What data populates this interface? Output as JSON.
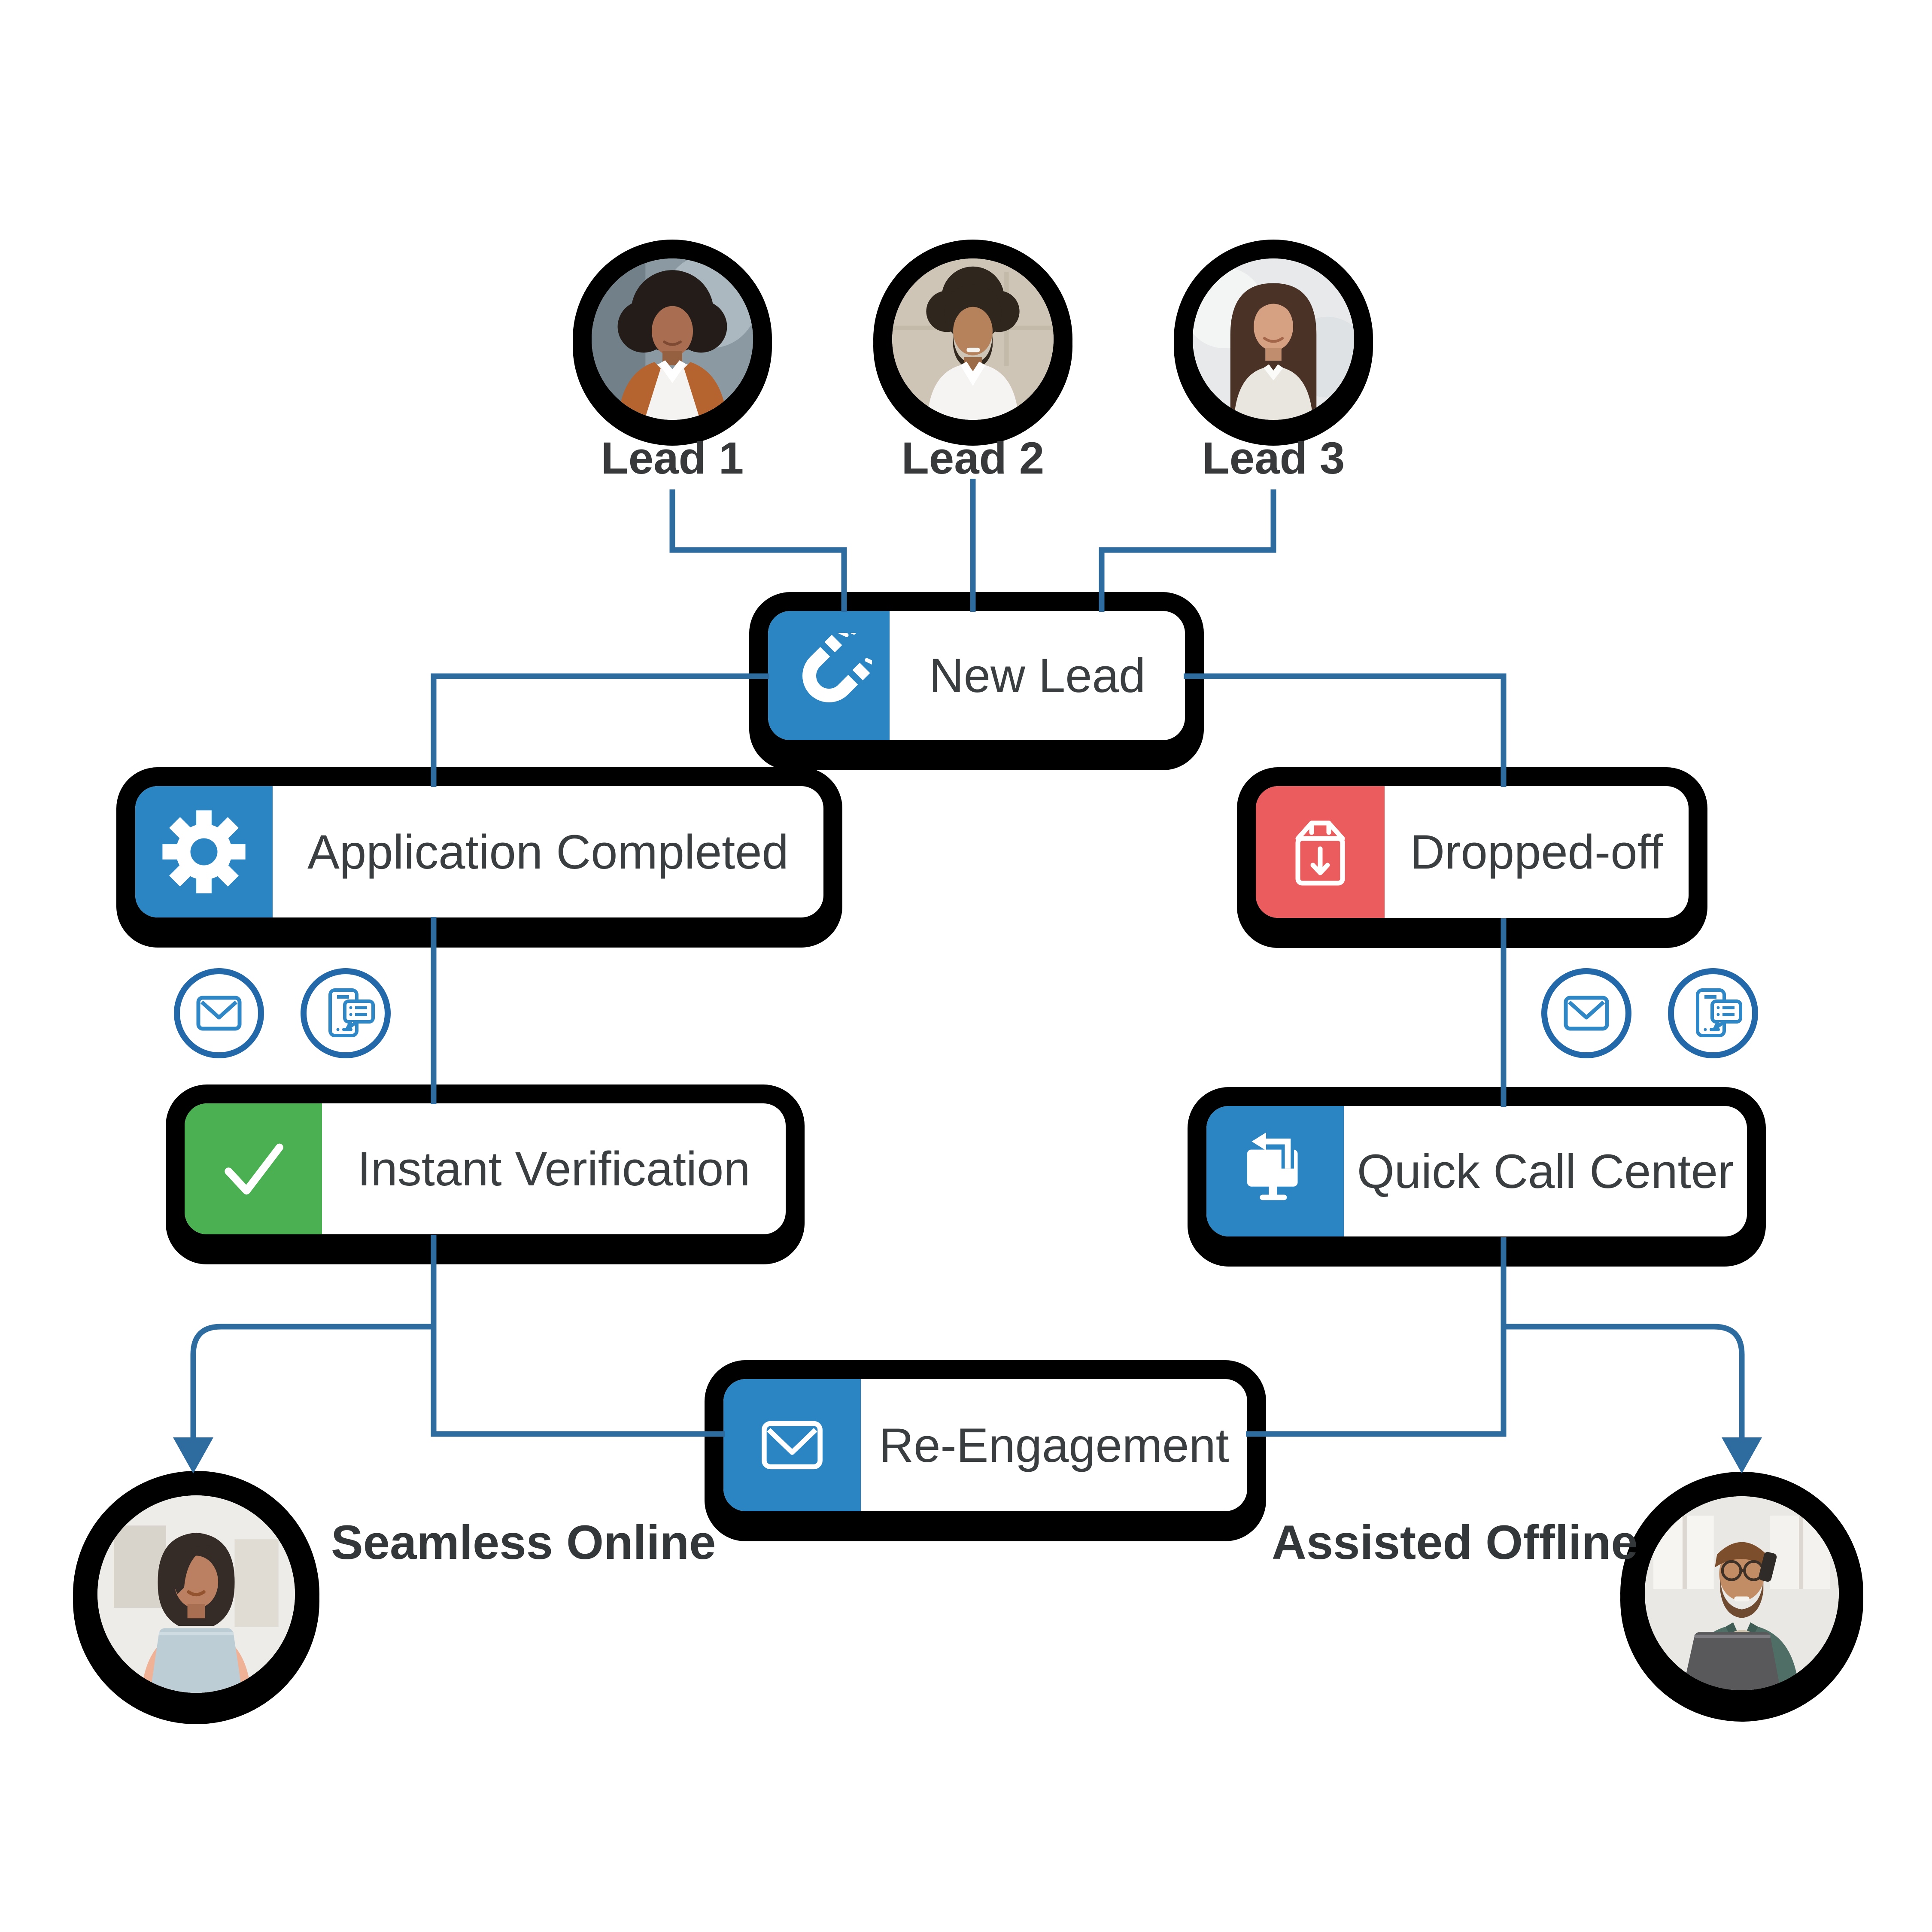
{
  "palette": {
    "accent_blue": "#2b85c2",
    "accent_red": "#ea5c5e",
    "accent_green": "#4bb052",
    "connector_blue": "#2e6ca0",
    "node_text": "#3b3e40",
    "label_text": "#34373a",
    "border_black": "#000000"
  },
  "leads": [
    {
      "label": "Lead 1"
    },
    {
      "label": "Lead 2"
    },
    {
      "label": "Lead 3"
    }
  ],
  "nodes": {
    "new_lead": {
      "label": "New Lead",
      "icon": "magnet-icon",
      "accent": "#2b85c2"
    },
    "application_completed": {
      "label": "Application Completed",
      "icon": "gear-icon",
      "accent": "#2b85c2"
    },
    "dropped_off": {
      "label": "Dropped-off",
      "icon": "package-drop-icon",
      "accent": "#ea5c5e"
    },
    "instant_verification": {
      "label": "Instant Verification",
      "icon": "check-icon",
      "accent": "#4bb052"
    },
    "quick_call_center": {
      "label": "Quick Call Center",
      "icon": "callback-monitor-icon",
      "accent": "#2b85c2"
    },
    "re_engagement": {
      "label": "Re-Engagement",
      "icon": "envelope-icon",
      "accent": "#2b85c2"
    }
  },
  "channels": {
    "left": [
      "email-icon",
      "sms-icon"
    ],
    "right": [
      "email-icon",
      "sms-icon"
    ]
  },
  "outcomes": {
    "online": {
      "label": "Seamless Online"
    },
    "offline": {
      "label": "Assisted Offline"
    }
  }
}
